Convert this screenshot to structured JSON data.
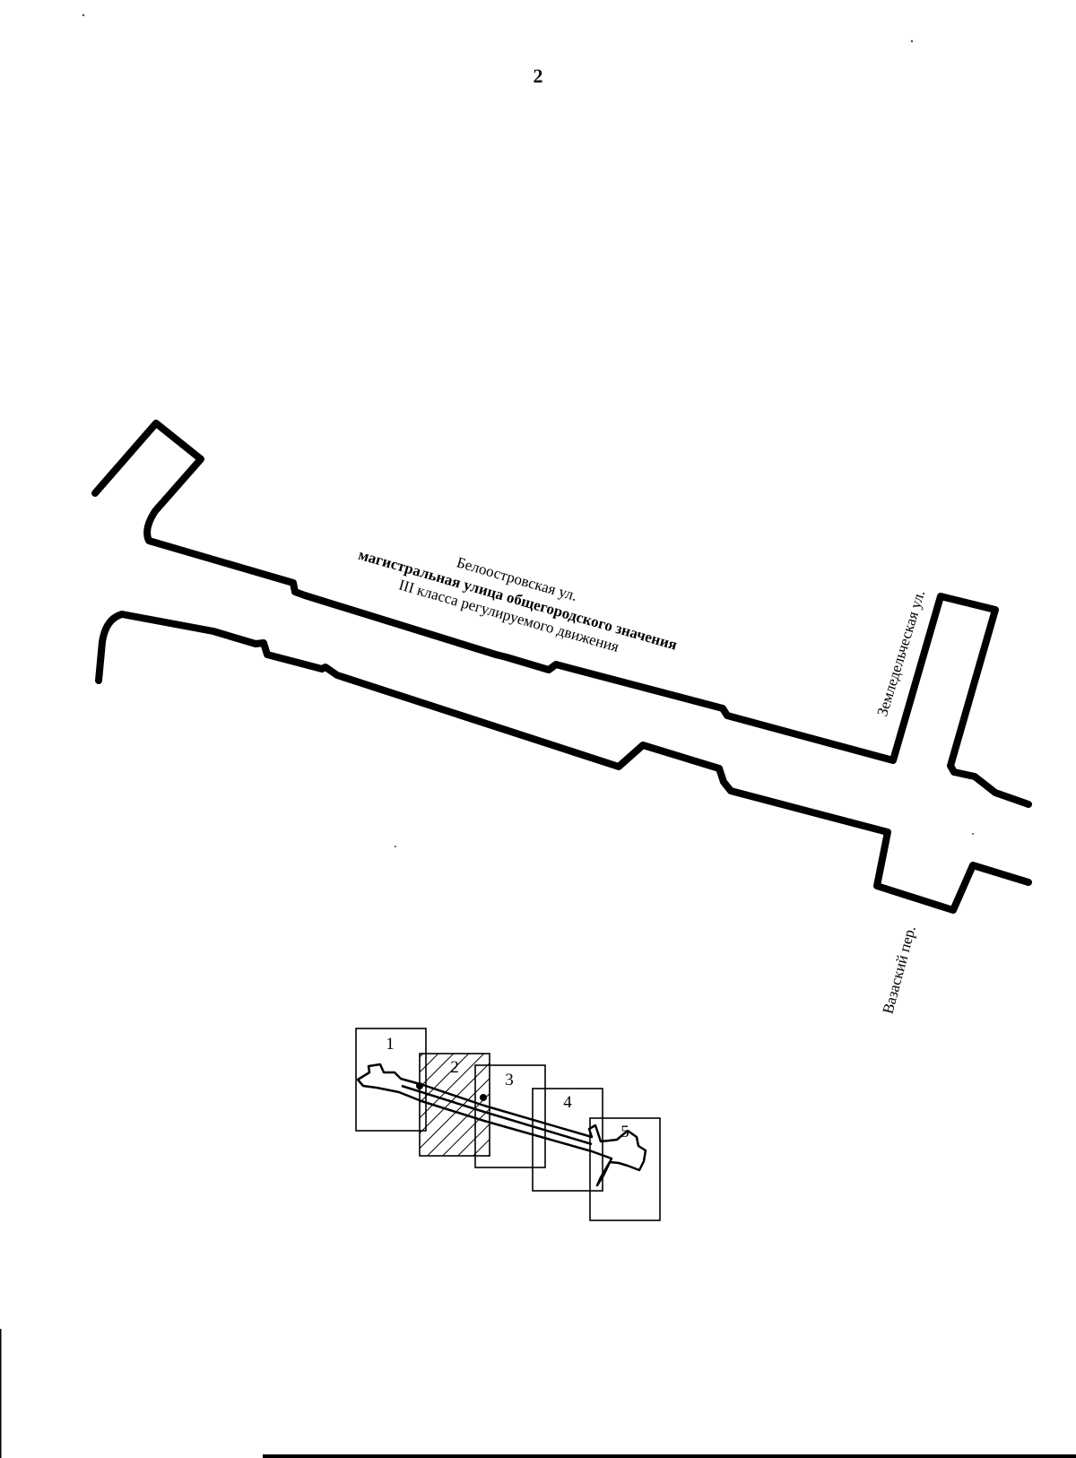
{
  "page_number": "2",
  "streets": {
    "main_name": "Белоостровская ул.",
    "main_desc_line1": "магистральная улица общегородского значения",
    "main_desc_line2": "III класса регулируемого движения",
    "cross_north": "Земледельческая ул.",
    "cross_south": "Вазаский пер."
  },
  "index_map": {
    "sheets": [
      "1",
      "2",
      "3",
      "4",
      "5"
    ],
    "current_sheet": "2"
  },
  "colors": {
    "ink": "#000000",
    "paper": "#ffffff"
  }
}
